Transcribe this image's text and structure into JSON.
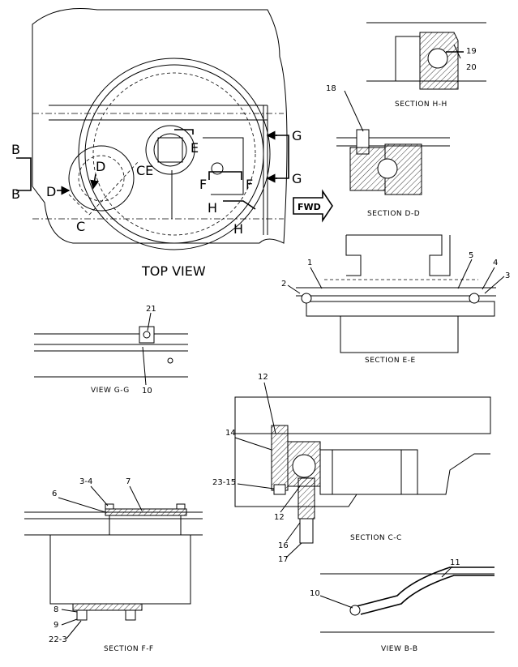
{
  "views": {
    "top_view": "TOP VIEW",
    "section_hh": "SECTION H-H",
    "section_dd": "SECTION D-D",
    "section_ee": "SECTION E-E",
    "view_gg": "VIEW G-G",
    "section_cc": "SECTION C-C",
    "section_ff": "SECTION F-F",
    "view_bb": "VIEW B-B"
  },
  "section_letters": {
    "b1": "B",
    "b2": "B",
    "c": "C",
    "d1": "D",
    "d2": "D",
    "ce": "CE",
    "e": "E",
    "f1": "F",
    "f2": "F",
    "g1": "G",
    "g2": "G",
    "h1": "H",
    "h2": "H"
  },
  "fwd": "FWD",
  "callouts": {
    "c1": "1",
    "c2": "2",
    "c3": "3",
    "c4": "4",
    "c5": "5",
    "c6": "6",
    "c7": "7",
    "c8": "8",
    "c9": "9",
    "c10a": "10",
    "c10b": "10",
    "c11": "11",
    "c12a": "12",
    "c12b": "12",
    "c14": "14",
    "c16": "16",
    "c17": "17",
    "c18": "18",
    "c19": "19",
    "c20": "20",
    "c21": "21",
    "c2315": "23-15",
    "c34": "3-4",
    "c223": "22-3"
  }
}
